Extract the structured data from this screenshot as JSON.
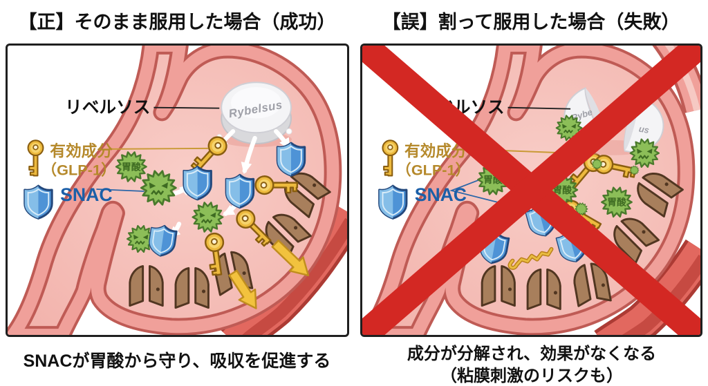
{
  "titles": {
    "left": "【正】そのまま服用した場合（成功）",
    "right": "【誤】割って服用した場合（失敗）"
  },
  "captions": {
    "left": "SNACが胃酸から守り、吸収を促進する",
    "right_line1": "成分が分解され、効果がなくなる",
    "right_line2": "（粘膜刺激のリスクも）"
  },
  "legend": {
    "pill_label": "リベルソス",
    "ingredient_label": "有効成分",
    "ingredient_sub": "（GLP-1）",
    "snac_label": "SNAC",
    "acid_label": "胃酸",
    "pill_brand": "Rybelsus",
    "pill_brand_fragment_left": "Rybe",
    "pill_brand_fragment_right": "us"
  },
  "colors": {
    "x_red": "#D32823",
    "key_gold": "#EDBA3E",
    "key_outline": "#8A5E10",
    "shield_blue": "#4E93D6",
    "shield_light": "#85BEE8",
    "shield_outline": "#23487C",
    "acid_green": "#8CBE58",
    "acid_outline": "#4A7A2C",
    "acid_text": "#3E6B22",
    "stomach_wall": "#F0A09A",
    "stomach_edge": "#BF5B55",
    "cavity_pink": "#F5BDB7",
    "vessel_red": "#E2685F",
    "vessel_dark": "#AC3B34",
    "vessel_stripe": "#C64A42",
    "door_brown": "#A87F5C",
    "door_outline": "#513621",
    "label_gold": "#B5892B",
    "label_blue": "#1B5FA8",
    "arrow_yellow": "#F2C23E",
    "arrow_yellow_outline": "#C08E1E",
    "pill_white": "#F4F4F6",
    "pill_shade": "#D9D9DC",
    "pill_text": "#9FA0A8"
  }
}
